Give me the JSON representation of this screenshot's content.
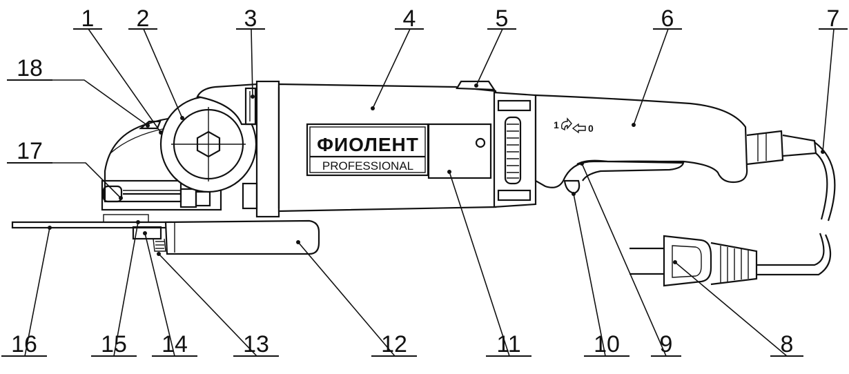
{
  "drawing": {
    "brand_top": "ФИОЛЕНТ",
    "brand_bottom": "PROFESSIONAL",
    "switch_on": "1",
    "switch_off": "0"
  },
  "callouts": [
    {
      "id": "1",
      "label": "1"
    },
    {
      "id": "2",
      "label": "2"
    },
    {
      "id": "3",
      "label": "3"
    },
    {
      "id": "4",
      "label": "4"
    },
    {
      "id": "5",
      "label": "5"
    },
    {
      "id": "6",
      "label": "6"
    },
    {
      "id": "7",
      "label": "7"
    },
    {
      "id": "8",
      "label": "8"
    },
    {
      "id": "9",
      "label": "9"
    },
    {
      "id": "10",
      "label": "10"
    },
    {
      "id": "11",
      "label": "11"
    },
    {
      "id": "12",
      "label": "12"
    },
    {
      "id": "13",
      "label": "13"
    },
    {
      "id": "14",
      "label": "14"
    },
    {
      "id": "15",
      "label": "15"
    },
    {
      "id": "16",
      "label": "16"
    },
    {
      "id": "17",
      "label": "17"
    },
    {
      "id": "18",
      "label": "18"
    }
  ],
  "colors": {
    "ink": "#111111",
    "paper": "#ffffff"
  }
}
